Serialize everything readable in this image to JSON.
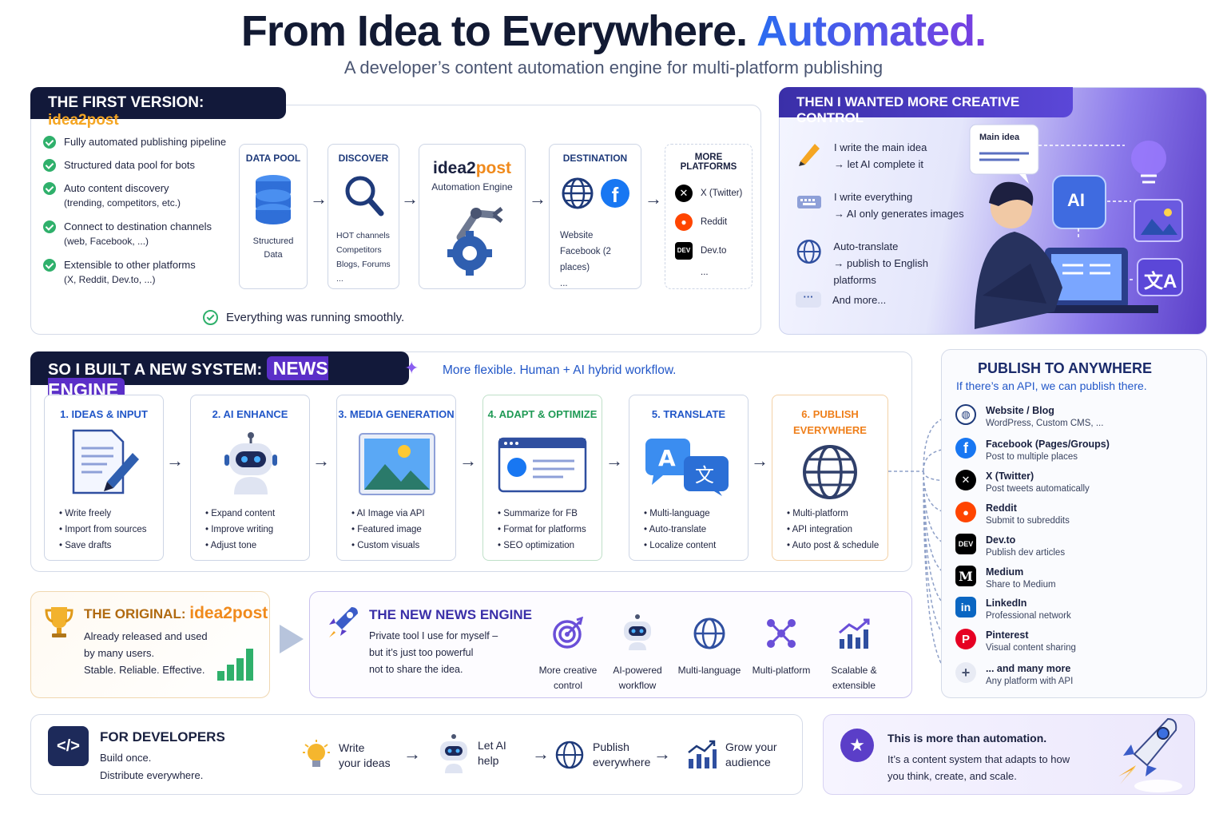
{
  "header": {
    "title_main": "From Idea to Everywhere.",
    "title_accent": "Automated.",
    "subtitle": "A developer’s content automation engine for multi-platform publishing"
  },
  "first_version": {
    "tab_prefix": "THE FIRST VERSION:",
    "tab_name": "idea2post",
    "checks": [
      {
        "line1": "Fully automated publishing pipeline",
        "line2": ""
      },
      {
        "line1": "Structured data pool for bots",
        "line2": ""
      },
      {
        "line1": "Auto content discovery",
        "line2": "(trending, competitors, etc.)"
      },
      {
        "line1": "Connect to destination channels",
        "line2": "(web, Facebook, ...)"
      },
      {
        "line1": "Extensible to other platforms",
        "line2": "(X, Reddit, Dev.to, ...)"
      }
    ],
    "data_pool": {
      "header": "DATA POOL",
      "line1": "Structured",
      "line2": "Data"
    },
    "discover": {
      "header": "DISCOVER",
      "items": [
        "HOT channels",
        "Competitors",
        "Blogs, Forums",
        "..."
      ]
    },
    "engine": {
      "name_a": "idea2",
      "name_b": "post",
      "label": "Automation Engine"
    },
    "destination": {
      "header": "DESTINATION",
      "line1": "Website",
      "line2": "Facebook (2 places)",
      "line3": "..."
    },
    "more_platforms": {
      "header": "MORE PLATFORMS",
      "items": [
        "X (Twitter)",
        "Reddit",
        "Dev.to",
        "..."
      ]
    },
    "status": "Everything was running smoothly."
  },
  "creative": {
    "tab": "THEN I WANTED MORE CREATIVE CONTROL",
    "items": [
      {
        "line1": "I write the main idea",
        "line2": "→ let AI complete it"
      },
      {
        "line1": "I write everything",
        "line2": "→ AI only generates images"
      },
      {
        "line1": "Auto-translate",
        "line2": "→ publish to English platforms"
      },
      {
        "line1": "And more...",
        "line2": ""
      }
    ],
    "bubble": "Main idea",
    "ai_label": "AI",
    "translate_glyph": "文A"
  },
  "news_engine": {
    "tab_prefix": "SO I BUILT A NEW SYSTEM:",
    "tab_name": "NEWS ENGINE",
    "tagline": "More flexible. Human + AI hybrid workflow.",
    "steps": [
      {
        "h1": "1. IDEAS & INPUT",
        "h2": "",
        "items": [
          "Write freely",
          "Import from sources",
          "Save drafts"
        ]
      },
      {
        "h1": "2. AI ENHANCE",
        "h2": "",
        "items": [
          "Expand content",
          "Improve writing",
          "Adjust tone"
        ]
      },
      {
        "h1": "3. MEDIA GENERATION",
        "h2": "",
        "items": [
          "AI Image via API",
          "Featured image",
          "Custom visuals"
        ]
      },
      {
        "h1": "4. ADAPT & OPTIMIZE",
        "h2": "",
        "items": [
          "Summarize for FB",
          "Format for platforms",
          "SEO optimization"
        ]
      },
      {
        "h1": "5. TRANSLATE",
        "h2": "",
        "items": [
          "Multi-language",
          "Auto-translate",
          "Localize content"
        ]
      },
      {
        "h1": "6. PUBLISH",
        "h2": "EVERYWHERE",
        "items": [
          "Multi-platform",
          "API integration",
          "Auto post & schedule"
        ]
      }
    ]
  },
  "publish": {
    "title": "PUBLISH TO ANYWHERE",
    "subtitle": "If there’s an API, we can publish there.",
    "items": [
      {
        "name": "Website / Blog",
        "desc": "WordPress, Custom CMS, ..."
      },
      {
        "name": "Facebook (Pages/Groups)",
        "desc": "Post to multiple places"
      },
      {
        "name": "X (Twitter)",
        "desc": "Post tweets automatically"
      },
      {
        "name": "Reddit",
        "desc": "Submit to subreddits"
      },
      {
        "name": "Dev.to",
        "desc": "Publish dev articles"
      },
      {
        "name": "Medium",
        "desc": "Share to Medium"
      },
      {
        "name": "LinkedIn",
        "desc": "Professional network"
      },
      {
        "name": "Pinterest",
        "desc": "Visual content sharing"
      },
      {
        "name": "... and many more",
        "desc": "Any platform with API"
      }
    ]
  },
  "original": {
    "prefix": "THE ORIGINAL:",
    "name": "idea2post",
    "lines": [
      "Already released and used",
      "by many users.",
      "Stable. Reliable. Effective."
    ]
  },
  "new_engine": {
    "title": "THE NEW NEWS ENGINE",
    "lines": [
      "Private tool I use for myself –",
      "but it’s just too powerful",
      "not to share the idea."
    ],
    "features": [
      {
        "l1": "More creative",
        "l2": "control"
      },
      {
        "l1": "AI-powered",
        "l2": "workflow"
      },
      {
        "l1": "Multi-language",
        "l2": ""
      },
      {
        "l1": "Multi-platform",
        "l2": ""
      },
      {
        "l1": "Scalable &",
        "l2": "extensible"
      }
    ]
  },
  "developers": {
    "title": "FOR DEVELOPERS",
    "line1": "Build once.",
    "line2": "Distribute everywhere.",
    "steps": [
      {
        "l1": "Write",
        "l2": "your ideas"
      },
      {
        "l1": "Let AI",
        "l2": "help"
      },
      {
        "l1": "Publish",
        "l2": "everywhere"
      },
      {
        "l1": "Grow your",
        "l2": "audience"
      }
    ]
  },
  "closing": {
    "title": "This is more than automation.",
    "line1": "It’s a content system that adapts to how",
    "line2": "you think, create, and scale."
  }
}
